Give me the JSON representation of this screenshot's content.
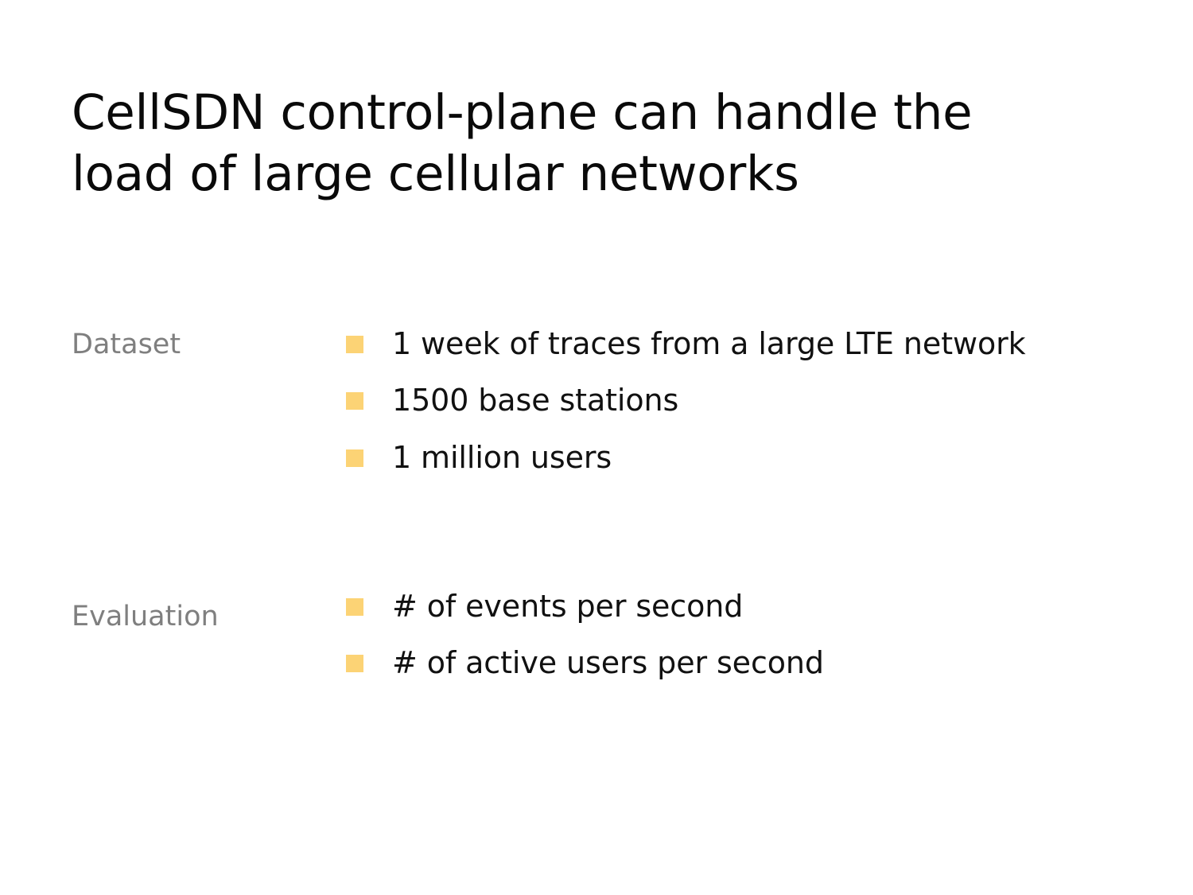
{
  "slide": {
    "background_color": "#ffffff",
    "title": "CellSDN control-plane can handle the\nload of large cellular networks",
    "title_color": "#0a0a0a",
    "label_color": "#7f7f7f",
    "bullet_marker_color": "#fcd375",
    "body_text_color": "#111111",
    "groups": [
      {
        "label": "Dataset",
        "bullets": [
          {
            "marker": "square-bullet-icon",
            "text": "1 week of traces from a large LTE network"
          },
          {
            "marker": "square-bullet-icon",
            "text": "1500 base stations"
          },
          {
            "marker": "square-bullet-icon",
            "text": "1 million users"
          }
        ]
      },
      {
        "label": "Evaluation",
        "bullets": [
          {
            "marker": "square-bullet-icon",
            "text": "# of events per second"
          },
          {
            "marker": "square-bullet-icon",
            "text": "# of active users per second"
          }
        ]
      }
    ]
  }
}
